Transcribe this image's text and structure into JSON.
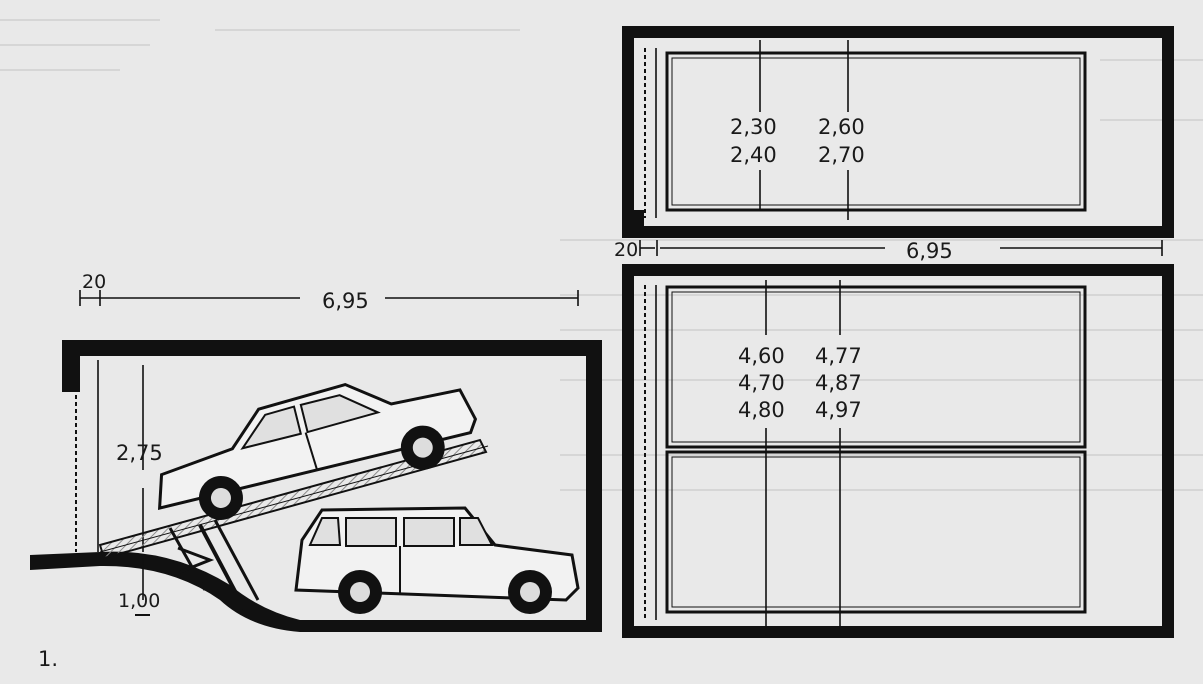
{
  "figure": {
    "number": "1.",
    "section": {
      "width_dim_left": "20",
      "length_dim": "6,95",
      "height_dim": "2,75",
      "pit_depth_dim": "1,00"
    },
    "plan_top": {
      "width_dim_left": "20",
      "length_dim": "6,95",
      "widths_col1": [
        "2,30",
        "2,40"
      ],
      "widths_col2": [
        "2,60",
        "2,70"
      ]
    },
    "plan_bottom": {
      "widths_col1": [
        "4,60",
        "4,70",
        "4,80"
      ],
      "widths_col2": [
        "4,77",
        "4,87",
        "4,97"
      ]
    }
  },
  "colors": {
    "ink": "#111111",
    "paper": "#e9e9e9",
    "hatch": "#6a6a6a"
  }
}
